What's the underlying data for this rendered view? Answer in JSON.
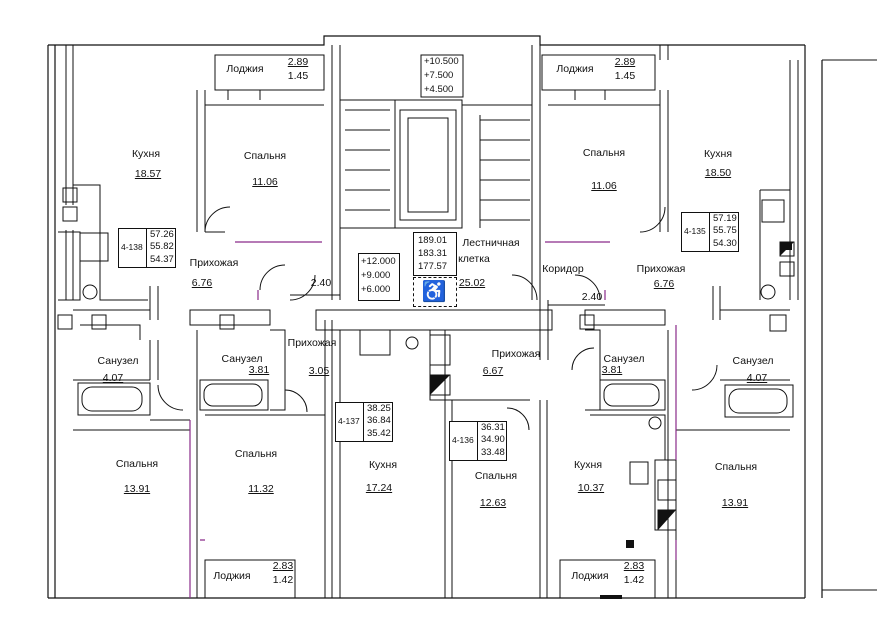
{
  "rooms": {
    "loggia_tl": {
      "name": "Лоджия",
      "area1": "2.89",
      "area2": "1.45"
    },
    "loggia_tr": {
      "name": "Лоджия",
      "area1": "2.89",
      "area2": "1.45"
    },
    "loggia_bl": {
      "name": "Лоджия",
      "area1": "2.83",
      "area2": "1.42"
    },
    "loggia_br": {
      "name": "Лоджия",
      "area1": "2.83",
      "area2": "1.42"
    },
    "kitchen_tl": {
      "name": "Кухня",
      "area": "18.57"
    },
    "bedroom_tl": {
      "name": "Спальня",
      "area": "11.06"
    },
    "bedroom_tr": {
      "name": "Спальня",
      "area": "11.06"
    },
    "kitchen_tr": {
      "name": "Кухня",
      "area": "18.50"
    },
    "hall_tl": {
      "name": "Прихожая",
      "area": "6.76"
    },
    "hall_tr": {
      "name": "Прихожая",
      "area": "6.76"
    },
    "stair": {
      "name1": "Лестничная",
      "name2": "клетка",
      "area": "25.02"
    },
    "corridor": {
      "name": "Коридор"
    },
    "bath_l": {
      "name": "Санузел",
      "area": "4.07"
    },
    "bath_cl": {
      "name": "Санузел",
      "area": "3.81"
    },
    "hall_cl": {
      "name": "Прихожая",
      "area": "3.05"
    },
    "hall_cr": {
      "name": "Прихожая",
      "area": "6.67"
    },
    "bath_cr": {
      "name": "Санузел",
      "area": "3.81"
    },
    "bath_r": {
      "name": "Санузел",
      "area": "4.07"
    },
    "bedroom_bl": {
      "name": "Спальня",
      "area": "13.91"
    },
    "bedroom_cl": {
      "name": "Спальня",
      "area": "11.32"
    },
    "kitchen_cl": {
      "name": "Кухня",
      "area": "17.24"
    },
    "bedroom_cr": {
      "name": "Спальня",
      "area": "12.63"
    },
    "kitchen_cr": {
      "name": "Кухня",
      "area": "10.37"
    },
    "bedroom_br": {
      "name": "Спальня",
      "area": "13.91"
    }
  },
  "apartments": {
    "a138": {
      "code": "4-138",
      "v1": "57.26",
      "v2": "55.82",
      "v3": "54.37"
    },
    "a135": {
      "code": "4-135",
      "v1": "57.19",
      "v2": "55.75",
      "v3": "54.30"
    },
    "a137": {
      "code": "4-137",
      "v1": "38.25",
      "v2": "36.84",
      "v3": "35.42"
    },
    "a136": {
      "code": "4-136",
      "v1": "36.31",
      "v2": "34.90",
      "v3": "33.48"
    }
  },
  "levels_top": [
    "+10.500",
    "+7.500",
    "+4.500"
  ],
  "levels_mid": [
    "+12.000",
    "+9.000",
    "+6.000"
  ],
  "stair_totals": [
    "189.01",
    "183.31",
    "177.57"
  ],
  "dims": {
    "left": "2.40",
    "right": "2.40"
  }
}
